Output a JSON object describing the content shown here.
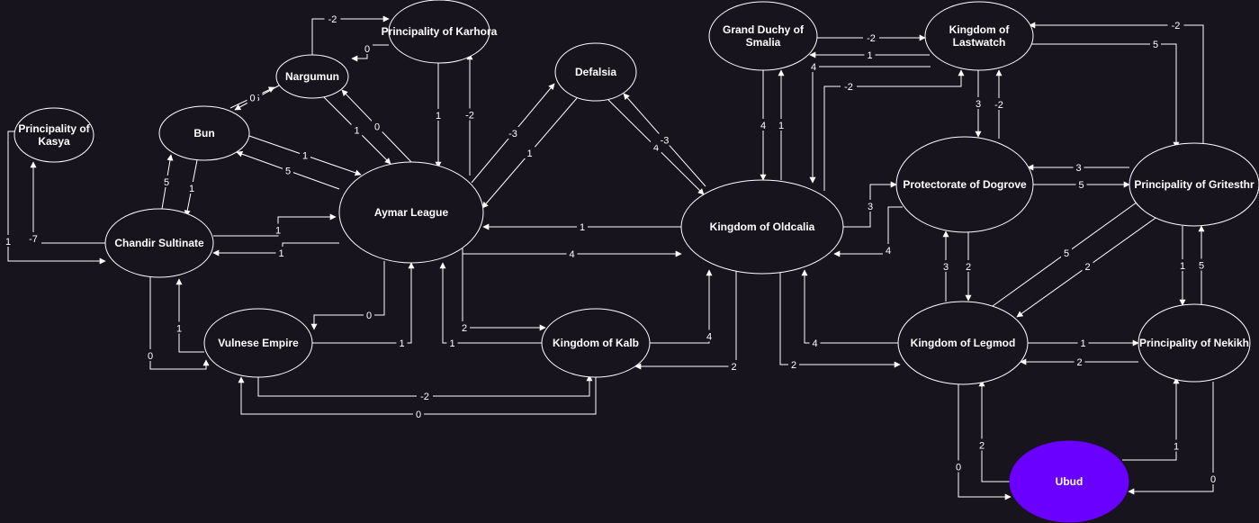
{
  "colors": {
    "background": "#18141d",
    "stroke": "#ffffff",
    "highlight_fill": "#6a00ff"
  },
  "nodes": [
    {
      "id": "kasya",
      "lines": [
        "Principality of",
        "Kasya"
      ]
    },
    {
      "id": "karhora",
      "lines": [
        "Principality of Karhora"
      ]
    },
    {
      "id": "nargumun",
      "lines": [
        "Nargumun"
      ]
    },
    {
      "id": "bun",
      "lines": [
        "Bun"
      ]
    },
    {
      "id": "chandir",
      "lines": [
        "Chandir Sultinate"
      ]
    },
    {
      "id": "aymar",
      "lines": [
        "Aymar League"
      ]
    },
    {
      "id": "defalsia",
      "lines": [
        "Defalsia"
      ]
    },
    {
      "id": "vulnese",
      "lines": [
        "Vulnese Empire"
      ]
    },
    {
      "id": "kalb",
      "lines": [
        "Kingdom of Kalb"
      ]
    },
    {
      "id": "smalia",
      "lines": [
        "Grand Duchy of",
        "Smalia"
      ]
    },
    {
      "id": "lastwatch",
      "lines": [
        "Kingdom of",
        "Lastwatch"
      ]
    },
    {
      "id": "oldcalia",
      "lines": [
        "Kingdom of Oldcalia"
      ]
    },
    {
      "id": "dogrove",
      "lines": [
        "Protectorate of Dogrove"
      ]
    },
    {
      "id": "gritesthr",
      "lines": [
        "Principality of Gritesthr"
      ]
    },
    {
      "id": "legmod",
      "lines": [
        "Kingdom of Legmod"
      ]
    },
    {
      "id": "nekikh",
      "lines": [
        "Principality of Nekikh"
      ]
    },
    {
      "id": "ubud",
      "lines": [
        "Ubud"
      ],
      "highlight": true
    }
  ],
  "edges": [
    {
      "from": "karhora",
      "to": "nargumun",
      "label": "0"
    },
    {
      "from": "nargumun",
      "to": "karhora",
      "label": "-2"
    },
    {
      "from": "nargumun",
      "to": "bun",
      "label": "5"
    },
    {
      "from": "bun",
      "to": "nargumun",
      "label": "0"
    },
    {
      "from": "kasya",
      "to": "chandir",
      "label": "1"
    },
    {
      "from": "chandir",
      "to": "kasya",
      "label": "-7"
    },
    {
      "from": "chandir",
      "to": "bun",
      "label": "5"
    },
    {
      "from": "bun",
      "to": "chandir",
      "label": "1"
    },
    {
      "from": "bun",
      "to": "aymar",
      "label": "1"
    },
    {
      "from": "aymar",
      "to": "bun",
      "label": "5"
    },
    {
      "from": "nargumun",
      "to": "aymar",
      "label": "1"
    },
    {
      "from": "aymar",
      "to": "nargumun",
      "label": "0"
    },
    {
      "from": "karhora",
      "to": "aymar",
      "label": "1"
    },
    {
      "from": "aymar",
      "to": "karhora",
      "label": "-2"
    },
    {
      "from": "aymar",
      "to": "defalsia",
      "label": "-3"
    },
    {
      "from": "defalsia",
      "to": "aymar",
      "label": "1"
    },
    {
      "from": "chandir",
      "to": "aymar",
      "label": "1"
    },
    {
      "from": "aymar",
      "to": "chandir",
      "label": "1"
    },
    {
      "from": "chandir",
      "to": "vulnese",
      "label": "0"
    },
    {
      "from": "vulnese",
      "to": "chandir",
      "label": "1"
    },
    {
      "from": "aymar",
      "to": "vulnese",
      "label": "0"
    },
    {
      "from": "vulnese",
      "to": "aymar",
      "label": "1"
    },
    {
      "from": "aymar",
      "to": "kalb",
      "label": "2"
    },
    {
      "from": "kalb",
      "to": "aymar",
      "label": "1"
    },
    {
      "from": "vulnese",
      "to": "kalb",
      "label": "-2"
    },
    {
      "from": "kalb",
      "to": "vulnese",
      "label": "0"
    },
    {
      "from": "oldcalia",
      "to": "aymar",
      "label": "1"
    },
    {
      "from": "aymar",
      "to": "oldcalia",
      "label": "4"
    },
    {
      "from": "defalsia",
      "to": "oldcalia",
      "label": "4"
    },
    {
      "from": "oldcalia",
      "to": "defalsia",
      "label": "-3"
    },
    {
      "from": "kalb",
      "to": "oldcalia",
      "label": "4"
    },
    {
      "from": "oldcalia",
      "to": "kalb",
      "label": "2"
    },
    {
      "from": "smalia",
      "to": "oldcalia",
      "label": "4"
    },
    {
      "from": "oldcalia",
      "to": "smalia",
      "label": "1"
    },
    {
      "from": "smalia",
      "to": "lastwatch",
      "label": "-2"
    },
    {
      "from": "lastwatch",
      "to": "smalia",
      "label": "1"
    },
    {
      "from": "lastwatch",
      "to": "oldcalia",
      "label": "4"
    },
    {
      "from": "oldcalia",
      "to": "lastwatch",
      "label": "-2"
    },
    {
      "from": "lastwatch",
      "to": "dogrove",
      "label": "3"
    },
    {
      "from": "dogrove",
      "to": "lastwatch",
      "label": "-2"
    },
    {
      "from": "lastwatch",
      "to": "gritesthr",
      "label": "5"
    },
    {
      "from": "gritesthr",
      "to": "lastwatch",
      "label": "-2"
    },
    {
      "from": "oldcalia",
      "to": "dogrove",
      "label": "3"
    },
    {
      "from": "dogrove",
      "to": "oldcalia",
      "label": "4"
    },
    {
      "from": "dogrove",
      "to": "gritesthr",
      "label": "5"
    },
    {
      "from": "gritesthr",
      "to": "dogrove",
      "label": "3"
    },
    {
      "from": "dogrove",
      "to": "legmod",
      "label": "2"
    },
    {
      "from": "legmod",
      "to": "dogrove",
      "label": "3"
    },
    {
      "from": "legmod",
      "to": "oldcalia",
      "label": "4"
    },
    {
      "from": "oldcalia",
      "to": "legmod",
      "label": "2"
    },
    {
      "from": "legmod",
      "to": "gritesthr",
      "label": "5"
    },
    {
      "from": "gritesthr",
      "to": "legmod",
      "label": "2"
    },
    {
      "from": "gritesthr",
      "to": "nekikh",
      "label": "1"
    },
    {
      "from": "nekikh",
      "to": "gritesthr",
      "label": "5"
    },
    {
      "from": "legmod",
      "to": "nekikh",
      "label": "1"
    },
    {
      "from": "nekikh",
      "to": "legmod",
      "label": "2"
    },
    {
      "from": "legmod",
      "to": "ubud",
      "label": "0"
    },
    {
      "from": "ubud",
      "to": "legmod",
      "label": "2"
    },
    {
      "from": "ubud",
      "to": "nekikh",
      "label": "1"
    },
    {
      "from": "nekikh",
      "to": "ubud",
      "label": "0"
    }
  ]
}
